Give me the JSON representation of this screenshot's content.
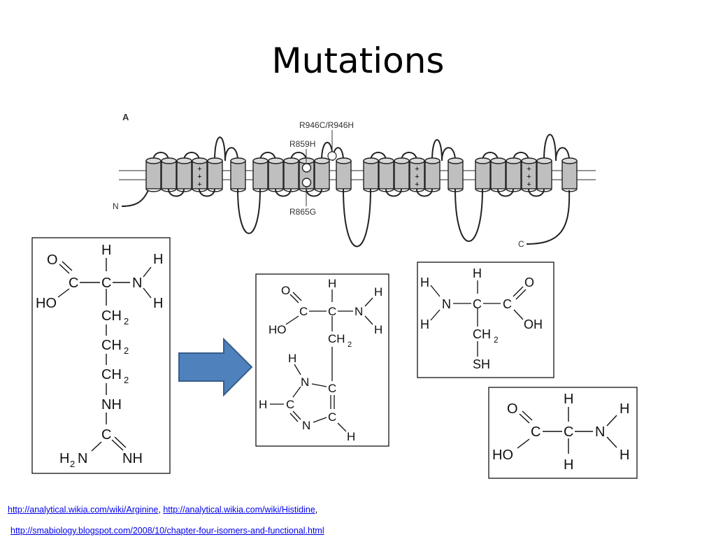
{
  "slide": {
    "title": "Mutations"
  },
  "diagram": {
    "panel_label": "A",
    "terminus_n": "N",
    "terminus_c": "C",
    "mutations": {
      "top": "R946C/R946H",
      "upper": "R859H",
      "lower": "R865G"
    }
  },
  "molecules": {
    "arginine": {
      "O": "O",
      "C1": "C",
      "C2": "C",
      "H_top": "H",
      "N": "N",
      "H_r1": "H",
      "H_r2": "H",
      "HO": "HO",
      "CH2a": "CH",
      "sub2a": "2",
      "CH2b": "CH",
      "sub2b": "2",
      "CH2c": "CH",
      "sub2c": "2",
      "NH": "NH",
      "C3": "C",
      "H2": "H",
      "sub2n": "2",
      "N2": "N",
      "NH2": "NH"
    },
    "histidine": {
      "O": "O",
      "C1": "C",
      "C2": "C",
      "H_top": "H",
      "N": "N",
      "H_r1": "H",
      "H_r2": "H",
      "HO": "HO",
      "CH2": "CH",
      "sub2": "2",
      "H_n": "H",
      "N_ring": "N",
      "C_ring1": "C",
      "H_left": "H",
      "C_ring2": "C",
      "N_ring2": "N",
      "C_ring3": "C",
      "H_bottom": "H"
    },
    "cysteine": {
      "H_l1": "H",
      "H_l2": "H",
      "N": "N",
      "C1": "C",
      "H_top": "H",
      "C2": "C",
      "O": "O",
      "OH": "OH",
      "CH2": "CH",
      "sub2": "2",
      "SH": "SH"
    },
    "glycine": {
      "O": "O",
      "C1": "C",
      "C2": "C",
      "H_top": "H",
      "H_bottom": "H",
      "N": "N",
      "H_r1": "H",
      "H_r2": "H",
      "HO": "HO"
    }
  },
  "links": {
    "arginine": "http://analytical.wikia.com/wiki/Arginine",
    "sep1": ", ",
    "histidine": "http://analytical.wikia.com/wiki/Histidine",
    "sep2": ",",
    "smabiology": "http://smabiology.blogspot.com/2008/10/chapter-four-isomers-and-functional.html"
  },
  "colors": {
    "arrow_fill": "#4f81bd",
    "arrow_stroke": "#385d8a",
    "cylinder": "#bfbfbf",
    "link": "#0000ee"
  }
}
